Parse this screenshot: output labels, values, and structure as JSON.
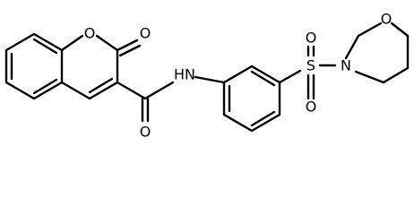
{
  "molecule": {
    "atom_labels": {
      "ring_oxygen": "O",
      "lactone_carbonyl_oxygen": "O",
      "amide_oxygen": "O",
      "amide_nitrogen": "N",
      "amide_hydrogen": "H",
      "sulfur": "S",
      "sulfonyl_oxygen_top": "O",
      "sulfonyl_oxygen_bottom": "O",
      "morpholine_nitrogen": "N",
      "morpholine_oxygen": "O"
    }
  }
}
